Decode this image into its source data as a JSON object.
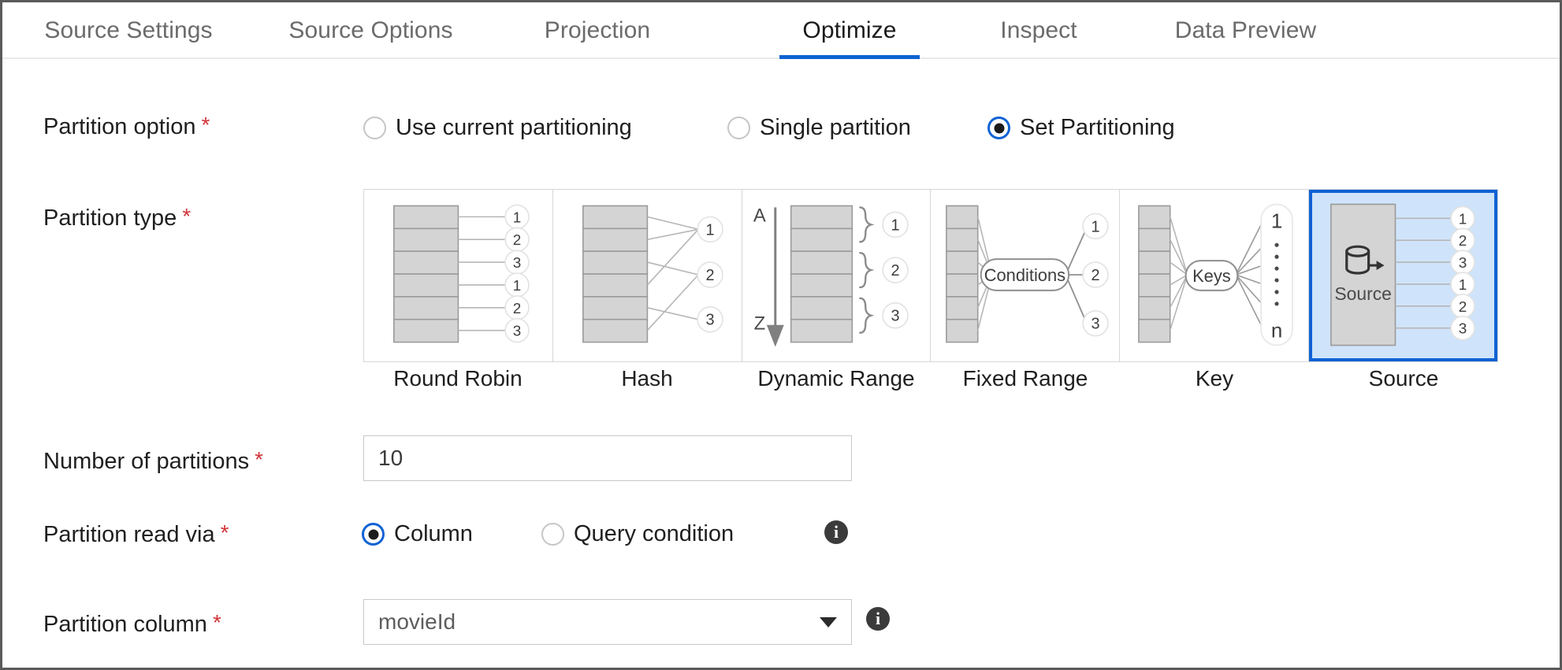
{
  "window": {
    "border_color": "#5a5a5a",
    "background": "#ffffff"
  },
  "theme": {
    "accent": "#0f62d4",
    "required_asterisk": "#d13438",
    "selected_card_fill": "#cfe4fa",
    "card_border": "#d6d6d6",
    "block_fill": "#d4d4d4"
  },
  "tabs": [
    {
      "label": "Source Settings",
      "active": false
    },
    {
      "label": "Source Options",
      "active": false
    },
    {
      "label": "Projection",
      "active": false
    },
    {
      "label": "Optimize",
      "active": true
    },
    {
      "label": "Inspect",
      "active": false
    },
    {
      "label": "Data Preview",
      "active": false
    }
  ],
  "form": {
    "partition_option": {
      "label": "Partition option",
      "required": "*",
      "options": [
        {
          "label": "Use current partitioning",
          "selected": false
        },
        {
          "label": "Single partition",
          "selected": false
        },
        {
          "label": "Set Partitioning",
          "selected": true
        }
      ]
    },
    "partition_type": {
      "label": "Partition type",
      "required": "*",
      "cards": [
        {
          "label": "Round Robin",
          "selected": false,
          "badges": [
            "1",
            "2",
            "3",
            "1",
            "2",
            "3"
          ]
        },
        {
          "label": "Hash",
          "selected": false,
          "badges": [
            "1",
            "2",
            "3"
          ]
        },
        {
          "label": "Dynamic Range",
          "selected": false,
          "badges": [
            "1",
            "2",
            "3"
          ],
          "axis_start": "A",
          "axis_end": "Z"
        },
        {
          "label": "Fixed Range",
          "selected": false,
          "badges": [
            "1",
            "2",
            "3"
          ],
          "node_label": "Conditions"
        },
        {
          "label": "Key",
          "selected": false,
          "badges": [
            "1",
            "n"
          ],
          "node_label": "Keys"
        },
        {
          "label": "Source",
          "selected": true,
          "badges": [
            "1",
            "2",
            "3",
            "1",
            "2",
            "3"
          ],
          "node_label": "Source"
        }
      ]
    },
    "number_of_partitions": {
      "label": "Number of partitions",
      "required": "*",
      "value": "10",
      "placeholder": "10"
    },
    "partition_read_via": {
      "label": "Partition read via",
      "required": "*",
      "options": [
        {
          "label": "Column",
          "selected": true
        },
        {
          "label": "Query condition",
          "selected": false
        }
      ],
      "info": "i"
    },
    "partition_column": {
      "label": "Partition column",
      "required": "*",
      "value": "movieId",
      "info": "i"
    }
  }
}
